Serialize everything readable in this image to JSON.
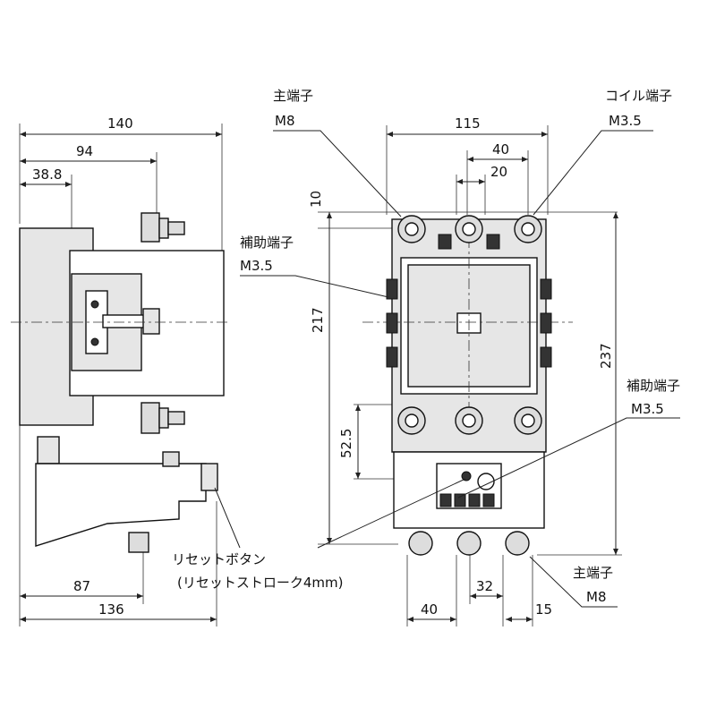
{
  "side_view": {
    "dim_width_total": "140",
    "dim_width_94": "94",
    "dim_width_38_8": "38.8",
    "dim_bottom_87": "87",
    "dim_bottom_136": "136"
  },
  "front_view": {
    "dim_width_total": "115",
    "dim_40_top": "40",
    "dim_20_top": "20",
    "dim_10": "10",
    "dim_217": "217",
    "dim_237": "237",
    "dim_52_5": "52.5",
    "dim_40_bottom": "40",
    "dim_32_bottom": "32",
    "dim_15_bottom": "15"
  },
  "labels": {
    "main_terminal_top_title": "主端子",
    "main_terminal_top_size": "M8",
    "coil_terminal_title": "コイル端子",
    "coil_terminal_size": "M3.5",
    "aux_terminal_left_title": "補助端子",
    "aux_terminal_left_size": "M3.5",
    "aux_terminal_right_title": "補助端子",
    "aux_terminal_right_size": "M3.5",
    "reset_button": "リセットボタン",
    "reset_stroke": "(リセットストローク4mm)",
    "main_terminal_bottom_title": "主端子",
    "main_terminal_bottom_size": "M8"
  }
}
